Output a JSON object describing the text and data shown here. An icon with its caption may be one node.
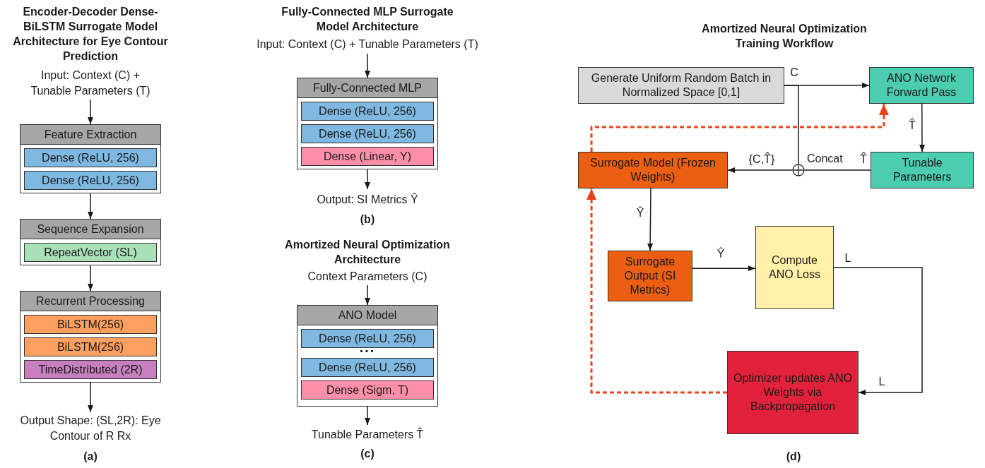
{
  "diagram": {
    "nodes": [
      {
        "text": [
          "Input: Context (C) + Tunable Parameters (T)"
        ]
      },
      {
        "text": [
          "Feature Extraction"
        ]
      },
      {
        "text": [
          "Dense (ReLU, 256)"
        ],
        "in": 1
      },
      {
        "text": [
          "Dense (ReLU, 256)"
        ],
        "in": 1
      },
      {
        "text": [
          "Sequence Expansion"
        ]
      },
      {
        "text": [
          "RepeatVector (SL)"
        ],
        "in": 4
      },
      {
        "text": [
          "Recurrent Processing"
        ]
      },
      {
        "text": [
          "BiLSTM(256)"
        ],
        "in": 6
      },
      {
        "text": [
          "BiLSTM(256)"
        ],
        "in": 6
      },
      {
        "text": [
          "TimeDistributed (2R)"
        ],
        "in": 6
      },
      {
        "text": [
          "Output Shape: (SL,2R): Eye Contour of R Rx"
        ]
      },
      {
        "text": [
          "Input: Context (C) + Tunable Parameters (T)"
        ]
      },
      {
        "text": [
          "Fully-Connected MLP"
        ]
      },
      {
        "text": [
          "Dense (ReLU, 256)"
        ],
        "in": 12
      },
      {
        "text": [
          "Dense (ReLU, 256)"
        ],
        "in": 12
      },
      {
        "text": [
          "Dense (Linear, Y)"
        ],
        "in": 12
      },
      {
        "text": [
          "Output: SI Metrics Ŷ"
        ]
      },
      {
        "text": [
          "Context Parameters (C)"
        ]
      },
      {
        "text": [
          "ANO Model"
        ]
      },
      {
        "text": [
          "Dense (ReLU, 256)"
        ],
        "in": 18
      },
      {
        "text": [
          "Dense (ReLU, 256)"
        ],
        "in": 18
      },
      {
        "text": [
          "Dense (Sigm, T)"
        ],
        "in": 18
      },
      {
        "text": [
          "Tunable Parameters T̂"
        ]
      },
      {
        "text": [
          "Generate Uniform Random Batch in Normalized Space [0,1]"
        ]
      },
      {
        "text": [
          "ANO Network Forward Pass"
        ]
      },
      {
        "text": [
          "Surrogate Model (Frozen Weights)"
        ]
      },
      {
        "text": [
          "Tunable Parameters"
        ]
      },
      {
        "text": [],
        "shape": "circle",
        "beside": [
          "Concat"
        ]
      },
      {
        "text": [
          "Surrogate Output (SI Metrics)"
        ]
      },
      {
        "text": [
          "Compute ANO Loss"
        ]
      },
      {
        "text": [
          "Optimizer updates ANO Weights via Backpropagation"
        ]
      }
    ],
    "edges": [
      {
        "from": 0,
        "to": 1,
        "arrow": "to"
      },
      {
        "from": 1,
        "to": 4,
        "arrow": "to"
      },
      {
        "from": 4,
        "to": 6,
        "arrow": "to"
      },
      {
        "from": 6,
        "to": 10,
        "arrow": "to"
      },
      {
        "from": 11,
        "to": 12,
        "arrow": "to"
      },
      {
        "from": 12,
        "to": 16,
        "arrow": "to"
      },
      {
        "from": 17,
        "to": 18,
        "arrow": "to"
      },
      {
        "from": 18,
        "to": 22,
        "arrow": "to"
      },
      {
        "from": 23,
        "to": 24,
        "arrow": "to",
        "label": "C"
      },
      {
        "from": 23,
        "to": 27,
        "arrow": "none"
      },
      {
        "from": 24,
        "to": 26,
        "arrow": "to",
        "label": "T̂"
      },
      {
        "from": 26,
        "to": 27,
        "arrow": "none",
        "label": "T̂"
      },
      {
        "from": 27,
        "to": 25,
        "arrow": "to",
        "label": "{C,T̂}"
      },
      {
        "from": 25,
        "to": 28,
        "arrow": "to",
        "label": "Ŷ"
      },
      {
        "from": 28,
        "to": 29,
        "arrow": "to",
        "label": "Ŷ"
      },
      {
        "from": 29,
        "to": 30,
        "arrow": "to",
        "label": "L"
      },
      {
        "from": 30,
        "to": 25,
        "arrow": "to",
        "style": "dashed",
        "color": "#e8421c"
      },
      {
        "from": 25,
        "to": 24,
        "arrow": "to",
        "style": "dashed",
        "color": "#e8421c"
      }
    ],
    "labels": [
      "Encoder-Decoder Dense-BiLSTM Surrogate Model Architecture for Eye Contour Prediction",
      "(a)",
      "Fully-Connected MLP Surrogate Model Architecture",
      "(b)",
      "Amortized Neural Optimization Architecture",
      "...",
      "(c)",
      "Amortized Neural Optimization Training Workflow",
      "L",
      "(d)"
    ]
  }
}
